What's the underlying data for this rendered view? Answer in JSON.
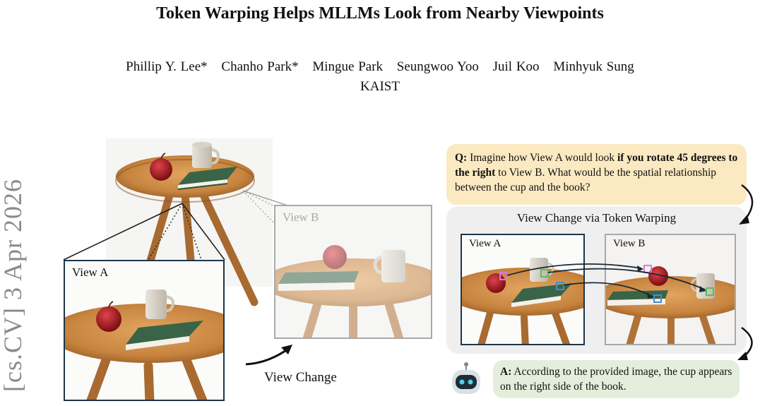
{
  "title": "Token Warping Helps MLLMs Look from Nearby Viewpoints",
  "authors": [
    "Phillip Y. Lee*",
    "Chanho Park*",
    "Mingue Park",
    "Seungwoo Yoo",
    "Juil Koo",
    "Minhyuk Sung"
  ],
  "affiliation": "KAIST",
  "arxiv_stamp": "[cs.CV]  3 Apr 2026",
  "figure": {
    "view_a_label": "View A",
    "view_b_label": "View B",
    "view_change_label": "View Change",
    "question": {
      "prefix": "Q:",
      "text_1": " Imagine how View A would look ",
      "bold": "if you rotate 45 degrees to the right",
      "text_2": " to View B. What would be the spatial relationship between the cup and the book?"
    },
    "warp_title": "View Change via Token Warping",
    "answer": {
      "prefix": "A:",
      "text": " According to the provided image, the cup appears on the right side of the book."
    }
  },
  "colors": {
    "question_bg": "#fbe9c2",
    "answer_bg": "#e3efdc",
    "panel_bg": "#efefef",
    "view_a_border": "#1f3548",
    "token_pink": "#d77ad9",
    "token_green": "#5cbd5c",
    "token_blue": "#3f8fd6"
  }
}
